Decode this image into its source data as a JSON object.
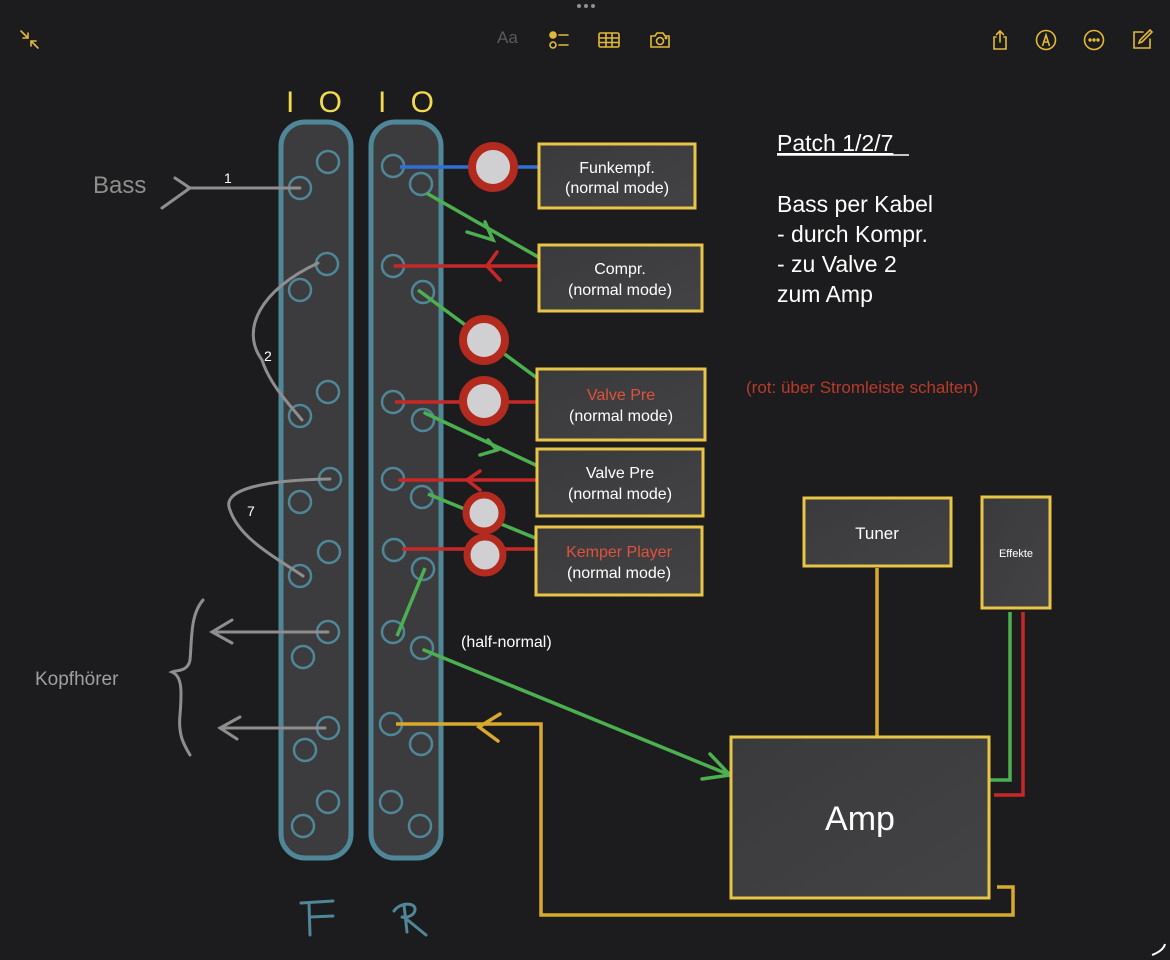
{
  "toolbar": {
    "collapse_icon": "collapse-arrows-icon",
    "format_label": "Aa",
    "checklist_icon": "checklist-icon",
    "table_icon": "table-icon",
    "camera_icon": "camera-icon",
    "share_icon": "share-icon",
    "markup_icon": "markup-pen-icon",
    "more_icon": "ellipsis-circle-icon",
    "compose_icon": "compose-icon",
    "accent_color": "#e2b93b"
  },
  "diagram": {
    "patchbay": {
      "column_headers": [
        "I O",
        "I O"
      ],
      "panel_labels": [
        "F",
        "R"
      ],
      "panel_border_color": "#4f8799"
    },
    "inputs": {
      "bass_label": "Bass",
      "headphones_label": "Kopfhörer",
      "patch_numbers": [
        "1",
        "2",
        "7"
      ]
    },
    "devices": [
      {
        "name": "Funkempf.",
        "mode": "(normal mode)",
        "switched": false
      },
      {
        "name": "Compr.",
        "mode": "(normal mode)",
        "switched": false
      },
      {
        "name": "Valve Pre",
        "mode": "(normal mode)",
        "switched": true
      },
      {
        "name": "Valve Pre",
        "mode": "(normal mode)",
        "switched": false
      },
      {
        "name": "Kemper Player",
        "mode": "(normal mode)",
        "switched": true
      }
    ],
    "half_normal_label": "(half-normal)",
    "tuner_label": "Tuner",
    "effects_label": "Effekte",
    "amp_label": "Amp",
    "notes": {
      "title": "Patch 1/2/7",
      "lines": [
        "Bass per Kabel",
        "- durch Kompr.",
        "- zu Valve 2",
        "zum Amp"
      ],
      "power_note": "(rot: über Stromleiste schalten)"
    },
    "colors": {
      "box_border": "#e8c547",
      "box_fill": "#3a3a3c",
      "cable_green": "#4caf50",
      "cable_red": "#c62828",
      "cable_blue": "#2f6fd6",
      "cable_yellow": "#d9a92e",
      "cable_gray": "#8e8e8e",
      "switched_text": "#e0523a",
      "power_note": "#b83a2a"
    }
  }
}
